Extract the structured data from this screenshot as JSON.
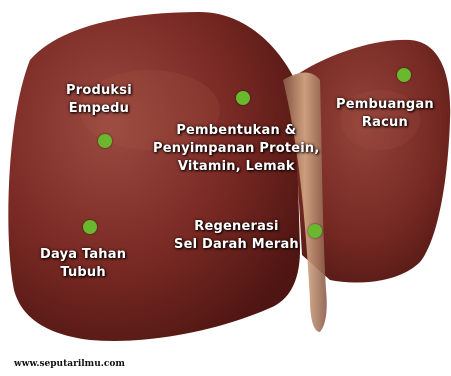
{
  "watermark": "www.seputarilmu.com",
  "colors": {
    "dot": "#6ab82e",
    "liver_dark": "#4e1512",
    "liver_mid": "#7a2a24",
    "liver_light": "#9a4a40",
    "ligament": "#c59a78",
    "label_text": "#ffffff"
  },
  "labels": {
    "produksi_empedu": {
      "line1": "Produksi",
      "line2": "Empedu"
    },
    "pembentukan": {
      "line1": "Pembentukan &",
      "line2": "Penyimpanan Protein,",
      "line3": "Vitamin, Lemak"
    },
    "pembuangan_racun": {
      "line1": "Pembuangan",
      "line2": "Racun"
    },
    "regenerasi": {
      "line1": "Regenerasi",
      "line2": "Sel Darah Merah"
    },
    "daya_tahan": {
      "line1": "Daya Tahan",
      "line2": "Tubuh"
    }
  }
}
